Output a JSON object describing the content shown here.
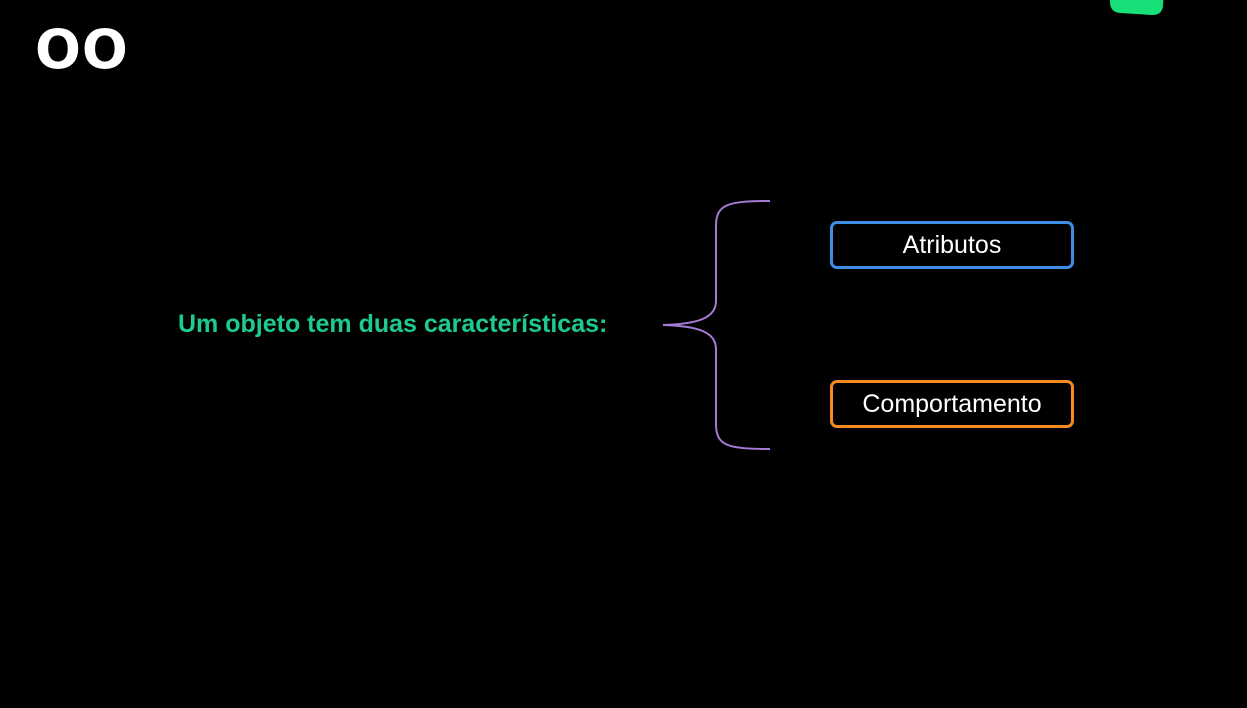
{
  "slide": {
    "heading": "OO",
    "statement": "Um objeto tem duas características:",
    "items": [
      {
        "label": "Atributos",
        "border_color": "#3d8fe6"
      },
      {
        "label": "Comportamento",
        "border_color": "#f58a22"
      }
    ]
  },
  "colors": {
    "background": "#000000",
    "heading": "#ffffff",
    "statement": "#1ecb8f",
    "brace": "#a57bd6",
    "logo": "#17e07a",
    "box_text": "#ffffff"
  },
  "icons": {
    "logo": "brand-logo-icon",
    "brace": "curly-brace-icon"
  }
}
